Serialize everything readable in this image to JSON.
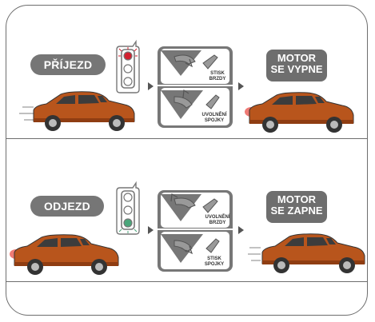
{
  "rows": [
    {
      "id": "arrival",
      "label": "PŘÍJEZD",
      "pedal_top": "STISK BRZDY",
      "pedal_bottom": "UVOLNĚNÍ SPOJKY",
      "result": "MOTOR SE VYPNE",
      "light_active": "red"
    },
    {
      "id": "departure",
      "label": "ODJEZD",
      "pedal_top": "UVOLNĚNÍ BRZDY",
      "pedal_bottom": "STISK SPOJKY",
      "result": "MOTOR SE ZAPNE",
      "light_active": "green"
    }
  ],
  "colors": {
    "car_body": "#b8551c",
    "car_shade": "#8f3d12",
    "panel_grey": "#777777",
    "label_grey": "#767676",
    "red_light": "#d21f2e",
    "green_light": "#4aa67a",
    "brake_glow": "#e8433a"
  },
  "icons": [
    "traffic-light-icon",
    "pedal-icon",
    "car-icon",
    "arrow-right-icon",
    "motion-lines-icon"
  ]
}
